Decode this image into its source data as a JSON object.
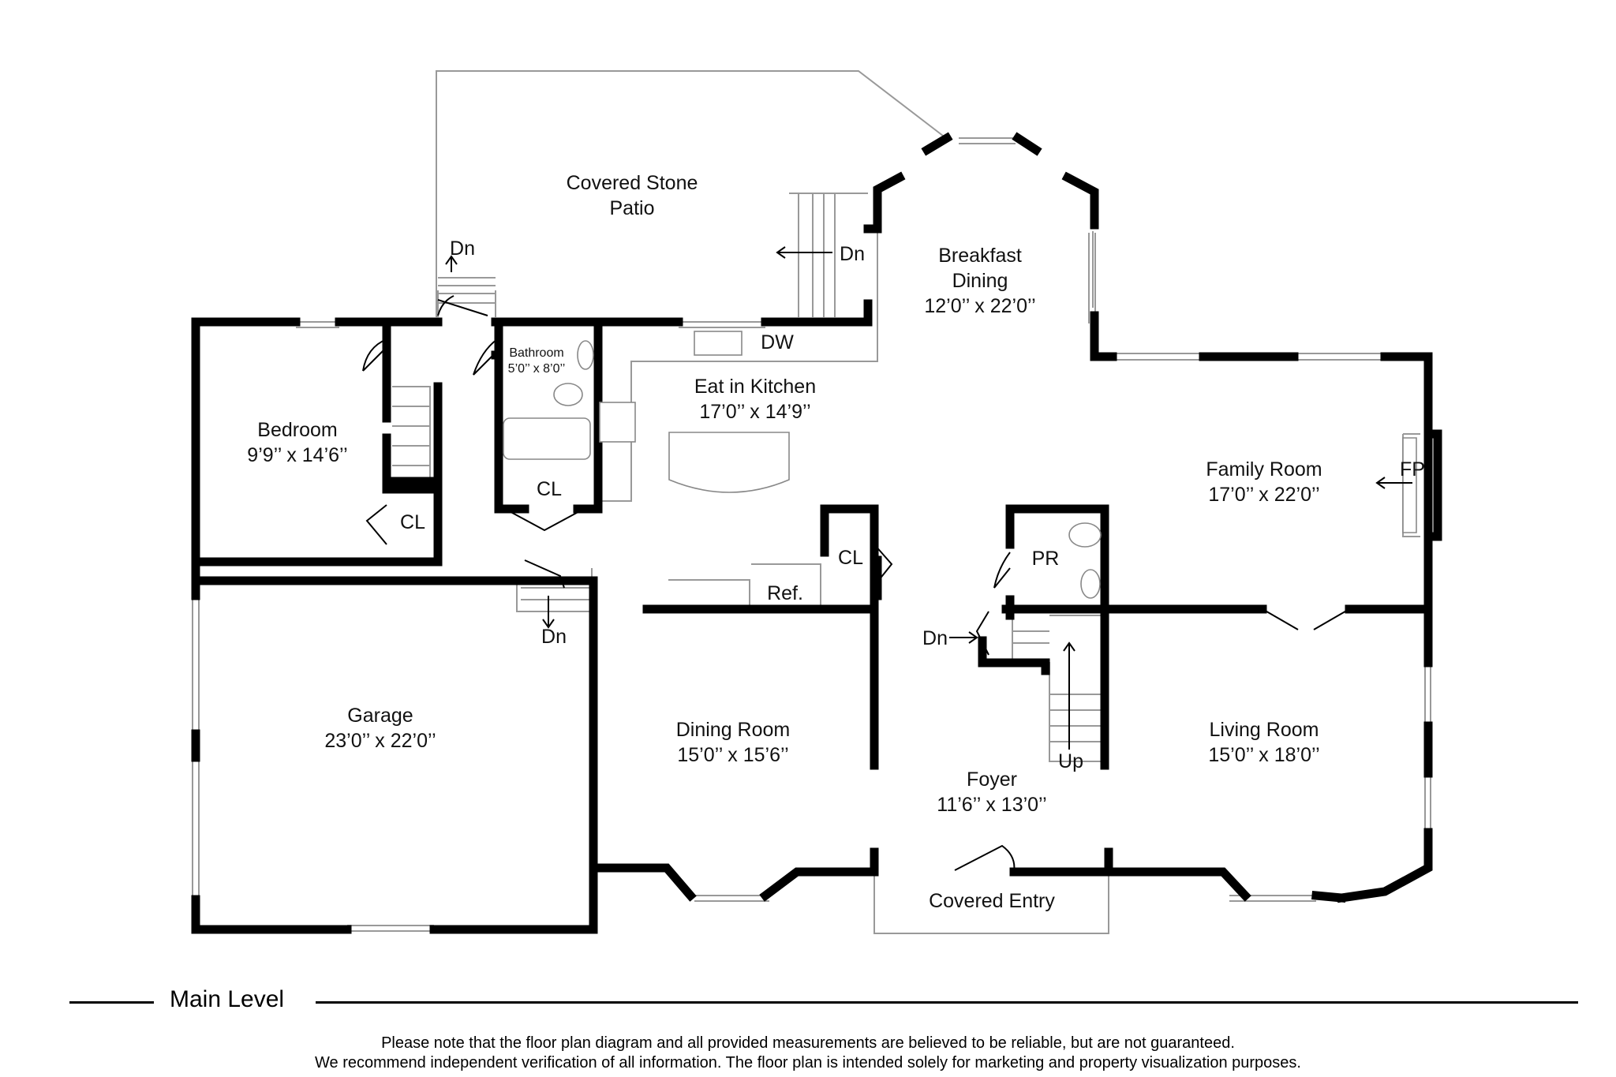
{
  "rooms": {
    "patio": {
      "line1": "Covered Stone",
      "line2": "Patio"
    },
    "breakfast": {
      "line1": "Breakfast",
      "line2": "Dining",
      "size": "12’0’’ x 22’0’’"
    },
    "kitchen": {
      "name": "Eat in Kitchen",
      "size": "17’0’’ x 14’9’’"
    },
    "family": {
      "name": "Family Room",
      "size": "17’0’’ x 22’0’’"
    },
    "bedroom": {
      "name": "Bedroom",
      "size": "9’9’’ x 14’6’’"
    },
    "bathroom": {
      "name": "Bathroom",
      "size": "5’0’’ x 8’0’’"
    },
    "garage": {
      "name": "Garage",
      "size": "23’0’’ x 22’0’’"
    },
    "dining": {
      "name": "Dining Room",
      "size": "15’0’’ x 15’6’’"
    },
    "foyer": {
      "name": "Foyer",
      "size": "11’6’’ x 13’0’’"
    },
    "living": {
      "name": "Living Room",
      "size": "15’0’’ x 18’0’’"
    },
    "entry": {
      "name": "Covered Entry"
    }
  },
  "labels": {
    "dn": "Dn",
    "up": "Up",
    "cl": "CL",
    "dw": "DW",
    "ref": "Ref.",
    "pr": "PR",
    "fp": "FP"
  },
  "footer": {
    "title": "Main Level",
    "disclaimer_line1": "Please note that the floor plan diagram and all provided measurements are believed to be reliable, but are not guaranteed.",
    "disclaimer_line2": "We recommend independent verification of all information. The floor plan is intended solely for marketing and property visualization purposes."
  }
}
